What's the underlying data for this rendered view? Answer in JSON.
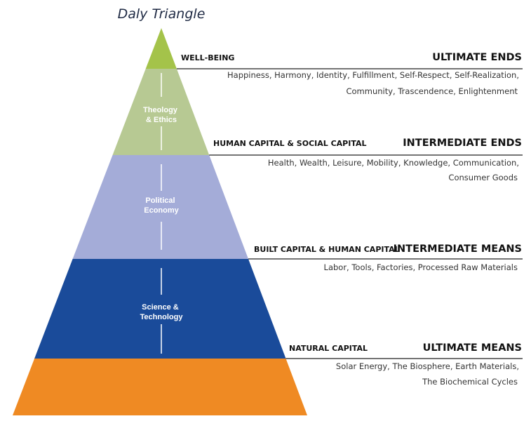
{
  "title": "Daly Triangle",
  "colors": {
    "wellbeing": "#a4c34a",
    "theology": "#b7c993",
    "political": "#a4acd8",
    "science": "#1a4b9a",
    "natural": "#ef8a23",
    "divider": "#ffffff",
    "rule": "#222222"
  },
  "pyramid": {
    "tiers": [
      {
        "label": ""
      },
      {
        "label": "Theology\n& Ethics"
      },
      {
        "label": "Political\nEconomy"
      },
      {
        "label": "Science &\nTechnology"
      },
      {
        "label": ""
      }
    ]
  },
  "levels": [
    {
      "capital": "WELL-BEING",
      "ends": "ULTIMATE ENDS",
      "desc": [
        "Happiness, Harmony, Identity, Fulfillment, Self-Respect, Self-Realization,",
        "Community, Trascendence, Enlightenment"
      ]
    },
    {
      "capital": "HUMAN CAPITAL & SOCIAL CAPITAL",
      "ends": "INTERMEDIATE ENDS",
      "desc": [
        "Health, Wealth, Leisure, Mobility, Knowledge, Communication,",
        "Consumer Goods"
      ]
    },
    {
      "capital": "BUILT CAPITAL & HUMAN CAPITAL",
      "ends": "INTERMEDIATE MEANS",
      "desc": [
        "Labor, Tools, Factories, Processed Raw Materials"
      ]
    },
    {
      "capital": "NATURAL CAPITAL",
      "ends": "ULTIMATE MEANS",
      "desc": [
        "Solar Energy, The Biosphere, Earth Materials,",
        "The Biochemical Cycles"
      ]
    }
  ]
}
